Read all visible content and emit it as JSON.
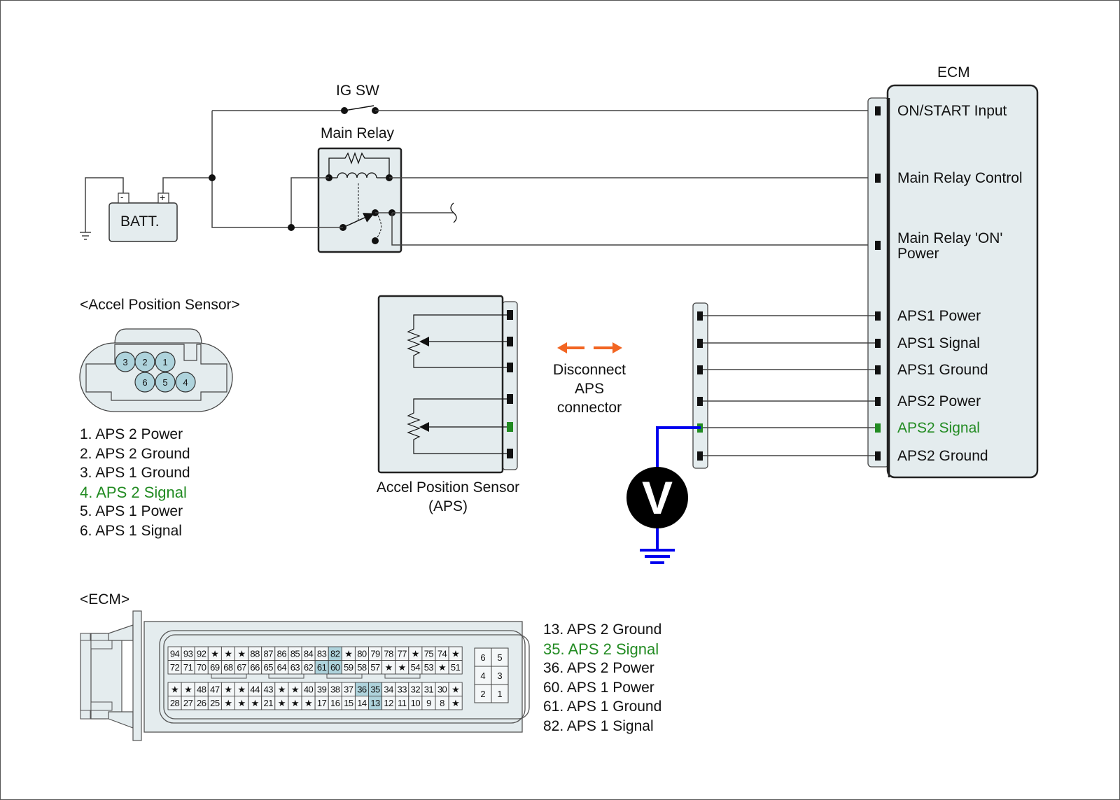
{
  "colors": {
    "wire": "#222222",
    "component_fill": "#e4ecee",
    "highlight_pin": "#aed3dc",
    "signal_green": "#228b22",
    "meter_lead": "#0000ee",
    "disconnect_arrow": "#f26522"
  },
  "top_circuit": {
    "ig_switch_label": "IG SW",
    "main_relay_label": "Main Relay",
    "battery_label": "BATT.",
    "battery_neg": "-",
    "battery_pos": "+"
  },
  "ecm_block": {
    "title": "ECM",
    "terminals": [
      {
        "label": "ON/START Input",
        "highlight": false
      },
      {
        "label": "Main Relay Control",
        "highlight": false
      },
      {
        "label": "Main Relay 'ON'",
        "label_line2": "Power",
        "highlight": false
      },
      {
        "label": "APS1 Power",
        "highlight": false
      },
      {
        "label": "APS1 Signal",
        "highlight": false
      },
      {
        "label": "APS1 Ground",
        "highlight": false
      },
      {
        "label": "APS2 Power",
        "highlight": false
      },
      {
        "label": "APS2 Signal",
        "highlight": true
      },
      {
        "label": "APS2 Ground",
        "highlight": false
      }
    ]
  },
  "aps_sensor": {
    "caption_line1": "Accel Position Sensor",
    "caption_line2": "(APS)",
    "disconnect_note": [
      "Disconnect",
      "APS",
      "connector"
    ],
    "meter_symbol": "V"
  },
  "aps_connector_view": {
    "title": "<Accel Position Sensor>",
    "pins_top": [
      "3",
      "2",
      "1"
    ],
    "pins_bottom": [
      "6",
      "5",
      "4"
    ],
    "pin_list": [
      {
        "text": "1. APS 2 Power",
        "highlight": false
      },
      {
        "text": "2. APS 2 Ground",
        "highlight": false
      },
      {
        "text": "3. APS 1 Ground",
        "highlight": false
      },
      {
        "text": "4. APS 2 Signal",
        "highlight": true
      },
      {
        "text": "5. APS 1 Power",
        "highlight": false
      },
      {
        "text": "6. APS 1 Signal",
        "highlight": false
      }
    ]
  },
  "ecm_connector_view": {
    "title": "<ECM>",
    "rows": [
      [
        "94",
        "93",
        "92",
        "★",
        "★",
        "★",
        "88",
        "87",
        "86",
        "85",
        "84",
        "83",
        "82",
        "★",
        "80",
        "79",
        "78",
        "77",
        "★",
        "75",
        "74",
        "★"
      ],
      [
        "72",
        "71",
        "70",
        "69",
        "68",
        "67",
        "66",
        "65",
        "64",
        "63",
        "62",
        "61",
        "60",
        "59",
        "58",
        "57",
        "★",
        "★",
        "54",
        "53",
        "★",
        "51"
      ],
      [
        "★",
        "★",
        "48",
        "47",
        "★",
        "★",
        "44",
        "43",
        "★",
        "★",
        "40",
        "39",
        "38",
        "37",
        "36",
        "35",
        "34",
        "33",
        "32",
        "31",
        "30",
        "★"
      ],
      [
        "28",
        "27",
        "26",
        "25",
        "★",
        "★",
        "★",
        "21",
        "★",
        "★",
        "★",
        "17",
        "16",
        "15",
        "14",
        "13",
        "12",
        "11",
        "10",
        "9",
        "8",
        "★"
      ]
    ],
    "highlighted_pins": [
      "82",
      "61",
      "60",
      "36",
      "35",
      "13"
    ],
    "aux_block": [
      [
        "6",
        "5"
      ],
      [
        "4",
        "3"
      ],
      [
        "2",
        "1"
      ]
    ],
    "pin_list": [
      {
        "text": "13. APS 2 Ground",
        "highlight": false
      },
      {
        "text": "35. APS 2 Signal",
        "highlight": true
      },
      {
        "text": "36. APS 2 Power",
        "highlight": false
      },
      {
        "text": "60. APS 1 Power",
        "highlight": false
      },
      {
        "text": "61. APS 1 Ground",
        "highlight": false
      },
      {
        "text": "82. APS 1 Signal",
        "highlight": false
      }
    ]
  }
}
